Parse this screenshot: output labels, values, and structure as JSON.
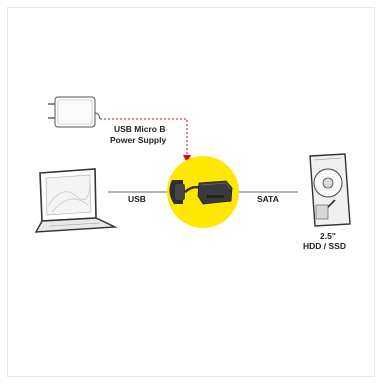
{
  "diagram": {
    "power_label_line1": "USB Micro B",
    "power_label_line2": "Power Supply",
    "usb_label": "USB",
    "sata_label": "SATA",
    "drive_label_line1": "2.5\"",
    "drive_label_line2": "HDD / SSD"
  },
  "colors": {
    "accent_yellow": "#ffe800",
    "power_line_red": "#e30613",
    "connector_line": "#888888",
    "adapter_body": "#3a3a3a"
  },
  "icons": [
    "power-adapter-icon",
    "laptop-icon",
    "usb-sata-adapter-icon",
    "hard-drive-icon"
  ]
}
